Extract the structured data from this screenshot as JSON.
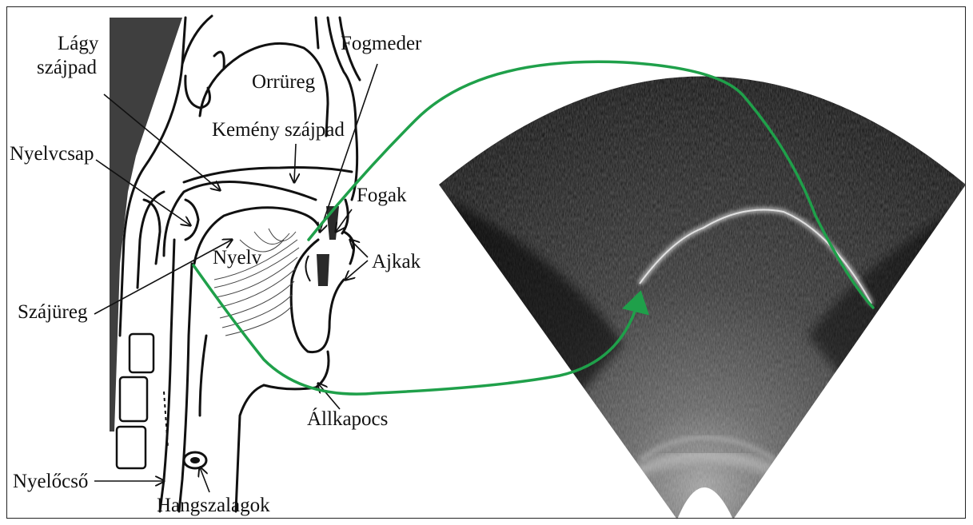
{
  "labels": {
    "soft_palate_line1": "Lágy",
    "soft_palate_line2": "szájpad",
    "nasal_cavity": "Orrüreg",
    "alveolar_ridge": "Fogmeder",
    "hard_palate": "Kemény szájpad",
    "uvula": "Nyelvcsap",
    "teeth": "Fogak",
    "tongue": "Nyelv",
    "lips": "Ajkak",
    "oral_cavity": "Szájüreg",
    "jaw": "Állkapocs",
    "esophagus": "Nyelőcső",
    "vocal_cords": "Hangszalagok"
  },
  "colors": {
    "connector": "#1fa04a",
    "anatomy_stroke": "#111111",
    "spine_fill": "#3f3f3f",
    "ultrasound_bg": "#050505",
    "tongue_echo": "#e8e8e8"
  },
  "icons": {
    "connector_arrowhead": "arrowhead-icon"
  }
}
